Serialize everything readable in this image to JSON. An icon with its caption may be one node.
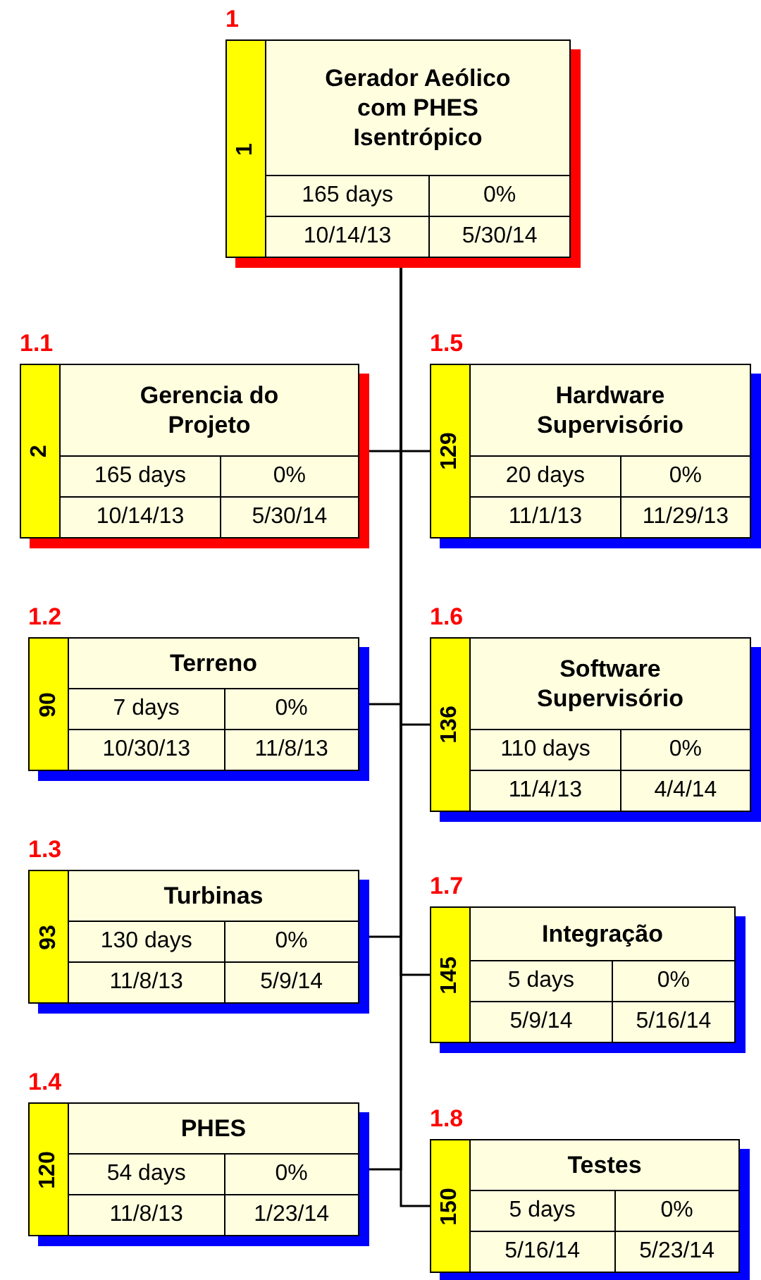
{
  "diagram": {
    "nodes": [
      {
        "text": [
          "1",
          "Gerador Aeólico com PHES Isentrópico",
          "165 days",
          "0%",
          "10/14/13",
          "5/30/14"
        ],
        "beside": [
          "1"
        ]
      },
      {
        "text": [
          "2",
          "Gerencia do Projeto",
          "165 days",
          "0%",
          "10/14/13",
          "5/30/14"
        ],
        "beside": [
          "1.1"
        ]
      },
      {
        "text": [
          "90",
          "Terreno",
          "7 days",
          "0%",
          "10/30/13",
          "11/8/13"
        ],
        "beside": [
          "1.2"
        ]
      },
      {
        "text": [
          "93",
          "Turbinas",
          "130 days",
          "0%",
          "11/8/13",
          "5/9/14"
        ],
        "beside": [
          "1.3"
        ]
      },
      {
        "text": [
          "120",
          "PHES",
          "54 days",
          "0%",
          "11/8/13",
          "1/23/14"
        ],
        "beside": [
          "1.4"
        ]
      },
      {
        "text": [
          "129",
          "Hardware Supervisório",
          "20 days",
          "0%",
          "11/1/13",
          "11/29/13"
        ],
        "beside": [
          "1.5"
        ]
      },
      {
        "text": [
          "136",
          "Software Supervisório",
          "110 days",
          "0%",
          "11/4/13",
          "4/4/14"
        ],
        "beside": [
          "1.6"
        ]
      },
      {
        "text": [
          "145",
          "Integração",
          "5 days",
          "0%",
          "5/9/14",
          "5/16/14"
        ],
        "beside": [
          "1.7"
        ]
      },
      {
        "text": [
          "150",
          "Testes",
          "5 days",
          "0%",
          "5/16/14",
          "5/23/14"
        ],
        "beside": [
          "1.8"
        ]
      }
    ],
    "edges": [
      {
        "from": 0,
        "to": 1,
        "arrow": "none"
      },
      {
        "from": 0,
        "to": 2,
        "arrow": "none"
      },
      {
        "from": 0,
        "to": 3,
        "arrow": "none"
      },
      {
        "from": 0,
        "to": 4,
        "arrow": "none"
      },
      {
        "from": 0,
        "to": 5,
        "arrow": "none"
      },
      {
        "from": 0,
        "to": 6,
        "arrow": "none"
      },
      {
        "from": 0,
        "to": 7,
        "arrow": "none"
      },
      {
        "from": 0,
        "to": 8,
        "arrow": "none"
      }
    ]
  }
}
